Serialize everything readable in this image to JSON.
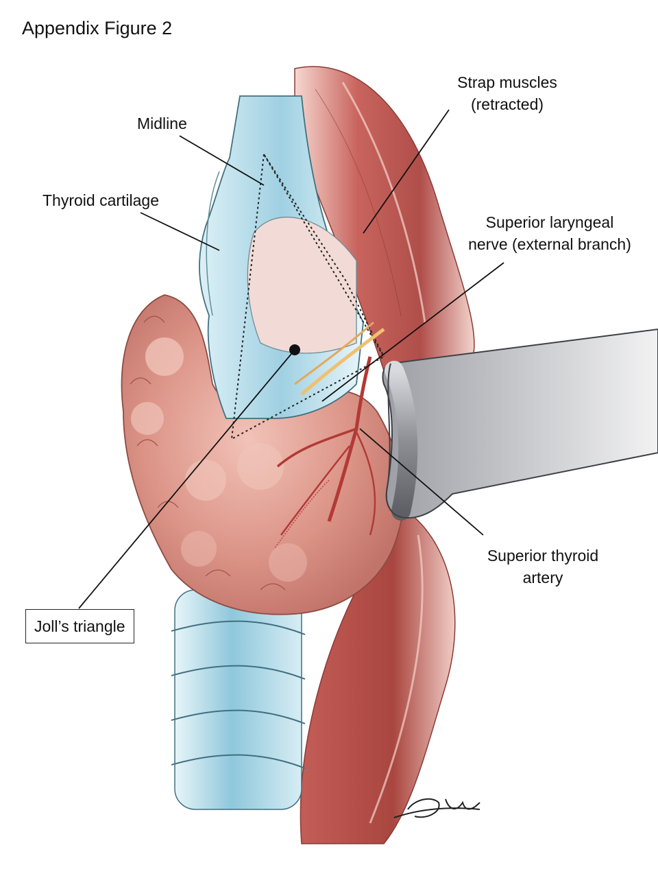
{
  "figure_title": "Appendix Figure 2",
  "labels": {
    "midline": "Midline",
    "thyroid_cartilage": "Thyroid cartilage",
    "strap_muscles_line1": "Strap muscles",
    "strap_muscles_line2": "(retracted)",
    "sln_line1": "Superior laryngeal",
    "sln_line2": "nerve (external branch)",
    "sta_line1": "Superior thyroid",
    "sta_line2": "artery",
    "jolls_triangle": "Joll’s triangle"
  },
  "signature_text": "signature",
  "colors": {
    "muscle": "#b4524e",
    "muscle_light": "#e7b7ae",
    "thyroid_gland": "#d88e82",
    "cartilage": "#a8d8e6",
    "trachea": "#9fcfe0",
    "retractor": "#8a8c92",
    "nerve": "#f0c070",
    "artery": "#b23a36"
  }
}
